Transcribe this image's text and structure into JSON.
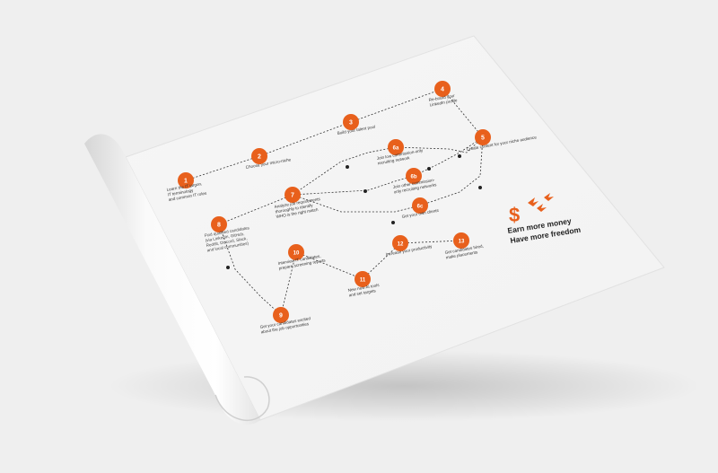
{
  "diagram": {
    "accent_color": "#e8601c",
    "ink_color": "#333333",
    "steps": [
      {
        "id": "s1",
        "num": "1",
        "label": "Learn the IT jargon, IT terminology and common IT roles"
      },
      {
        "id": "s2",
        "num": "2",
        "label": "Choose your micro-niche"
      },
      {
        "id": "s3",
        "num": "3",
        "label": "Build your talent pool"
      },
      {
        "id": "s4",
        "num": "4",
        "label": "Re-brand your LinkedIn profile"
      },
      {
        "id": "s5",
        "num": "5",
        "label": "Create content for your niche audience"
      },
      {
        "id": "s6a",
        "num": "6a",
        "label": "Join low commission-only recruiting network"
      },
      {
        "id": "s6b",
        "num": "6b",
        "label": "Join other commission-only recruiting networks"
      },
      {
        "id": "s6c",
        "num": "6c",
        "label": "Get your own clients"
      },
      {
        "id": "s7",
        "num": "7",
        "label": "Analyze job requirements thoroughly to identify WHO is the right match"
      },
      {
        "id": "s8",
        "num": "8",
        "label": "Find qualified candidates (via LinkedIn, GitHub, Reddit, Discord, Slack, and local communities)"
      },
      {
        "id": "s9",
        "num": "9",
        "label": "Get your candidates excited about the job opportunities"
      },
      {
        "id": "s10",
        "num": "10",
        "label": "Interview IT candidates, prepare screening reports"
      },
      {
        "id": "s11",
        "num": "11",
        "label": "New new AI tools and set targets"
      },
      {
        "id": "s12",
        "num": "12",
        "label": "Increase your productivity"
      },
      {
        "id": "s13",
        "num": "13",
        "label": "Get candidates hired, make placements"
      }
    ],
    "goal": {
      "line1": "Earn more money",
      "line2": "Have more freedom",
      "icon": "dollar-birds-icon"
    }
  }
}
